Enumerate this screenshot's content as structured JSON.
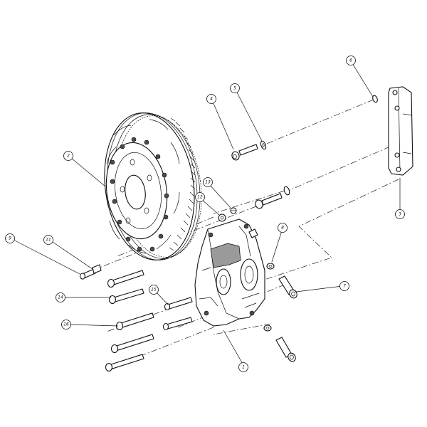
{
  "callouts": {
    "c1": "1",
    "c2": "2",
    "c3": "3",
    "c4": "4",
    "c5": "5",
    "c6": "6",
    "c7": "7",
    "c8": "8",
    "c9": "9",
    "c11": "11",
    "c12": "12",
    "c13": "13",
    "c14": "14",
    "c15": "15",
    "c16": "16"
  }
}
